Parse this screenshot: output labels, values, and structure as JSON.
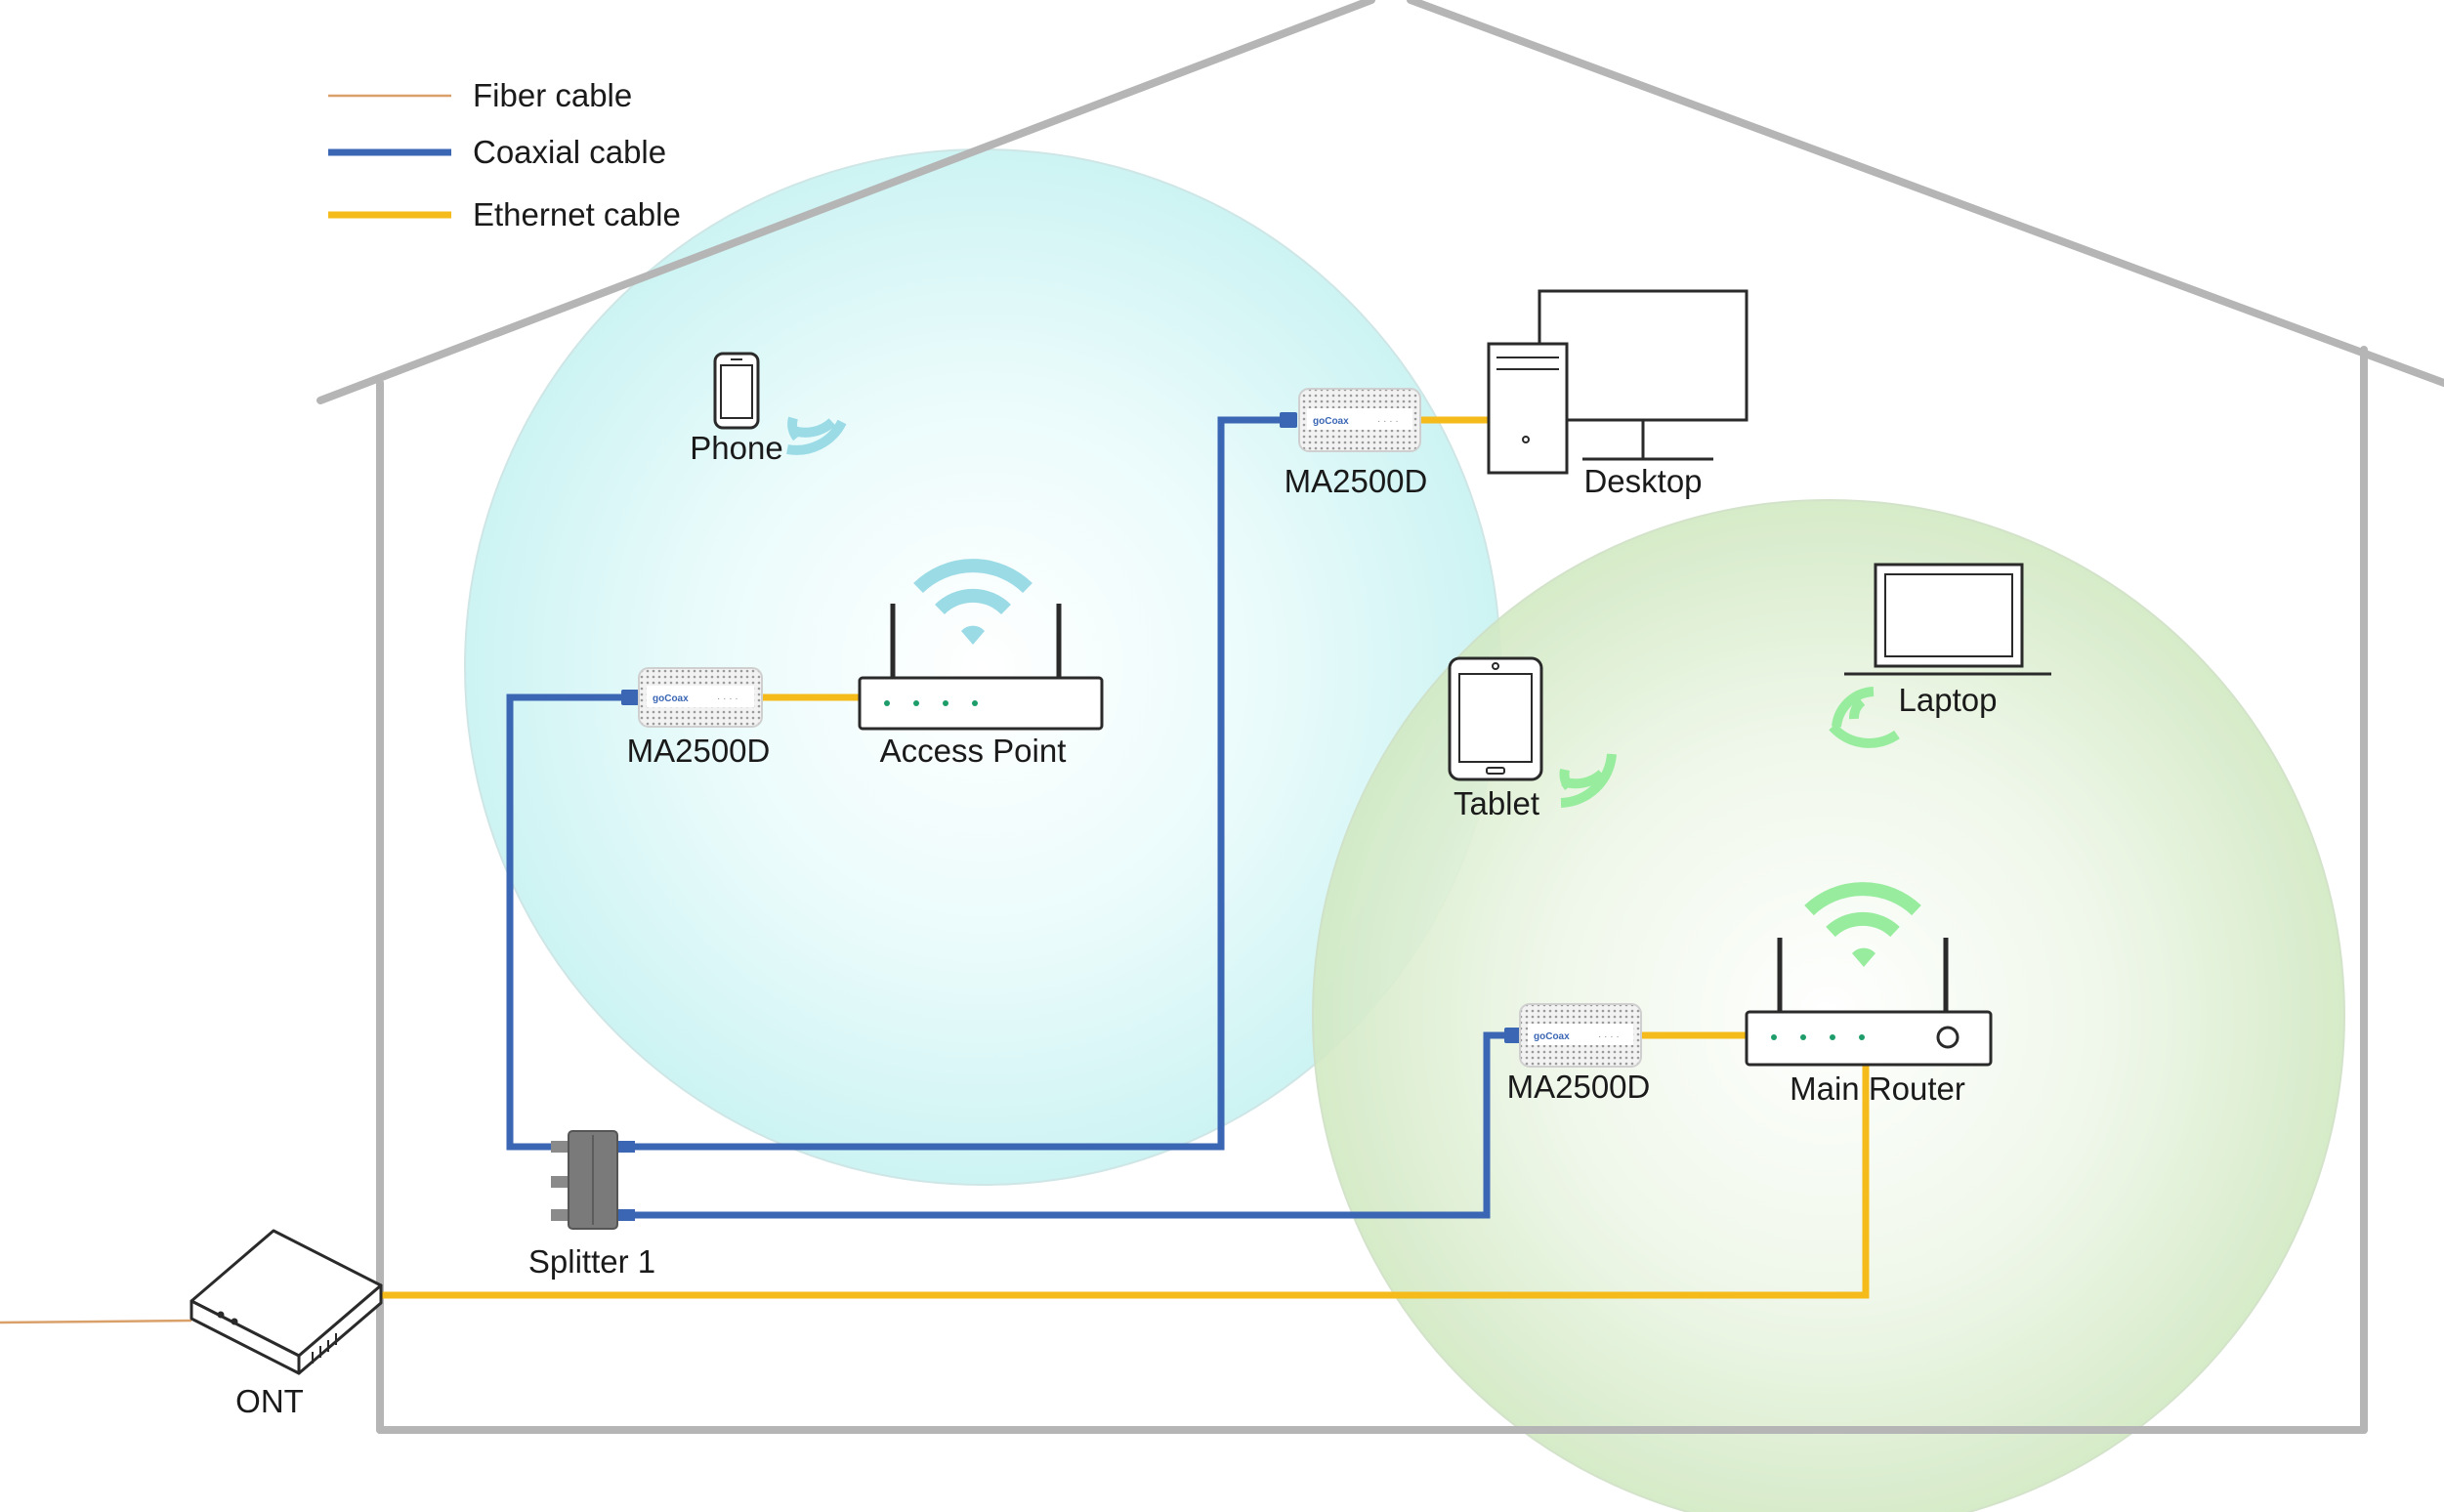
{
  "legend": {
    "fiber": "Fiber cable",
    "coaxial": "Coaxial cable",
    "ethernet": "Ethernet cable"
  },
  "devices": {
    "phone": "Phone",
    "access_point": "Access Point",
    "adapter_ap": "MA2500D",
    "adapter_desktop": "MA2500D",
    "desktop": "Desktop",
    "laptop": "Laptop",
    "tablet": "Tablet",
    "adapter_router": "MA2500D",
    "main_router": "Main Router",
    "splitter": "Splitter 1",
    "ont": "ONT"
  },
  "colors": {
    "fiber": "#d9a06a",
    "coaxial": "#3a66b4",
    "ethernet": "#f5bb1a",
    "house": "#b5b5b5",
    "coverage_blue": "#d4f6f6",
    "coverage_green": "#d6ecc8",
    "wifi_blue": "#9adbe6",
    "wifi_green": "#98ec9e"
  }
}
